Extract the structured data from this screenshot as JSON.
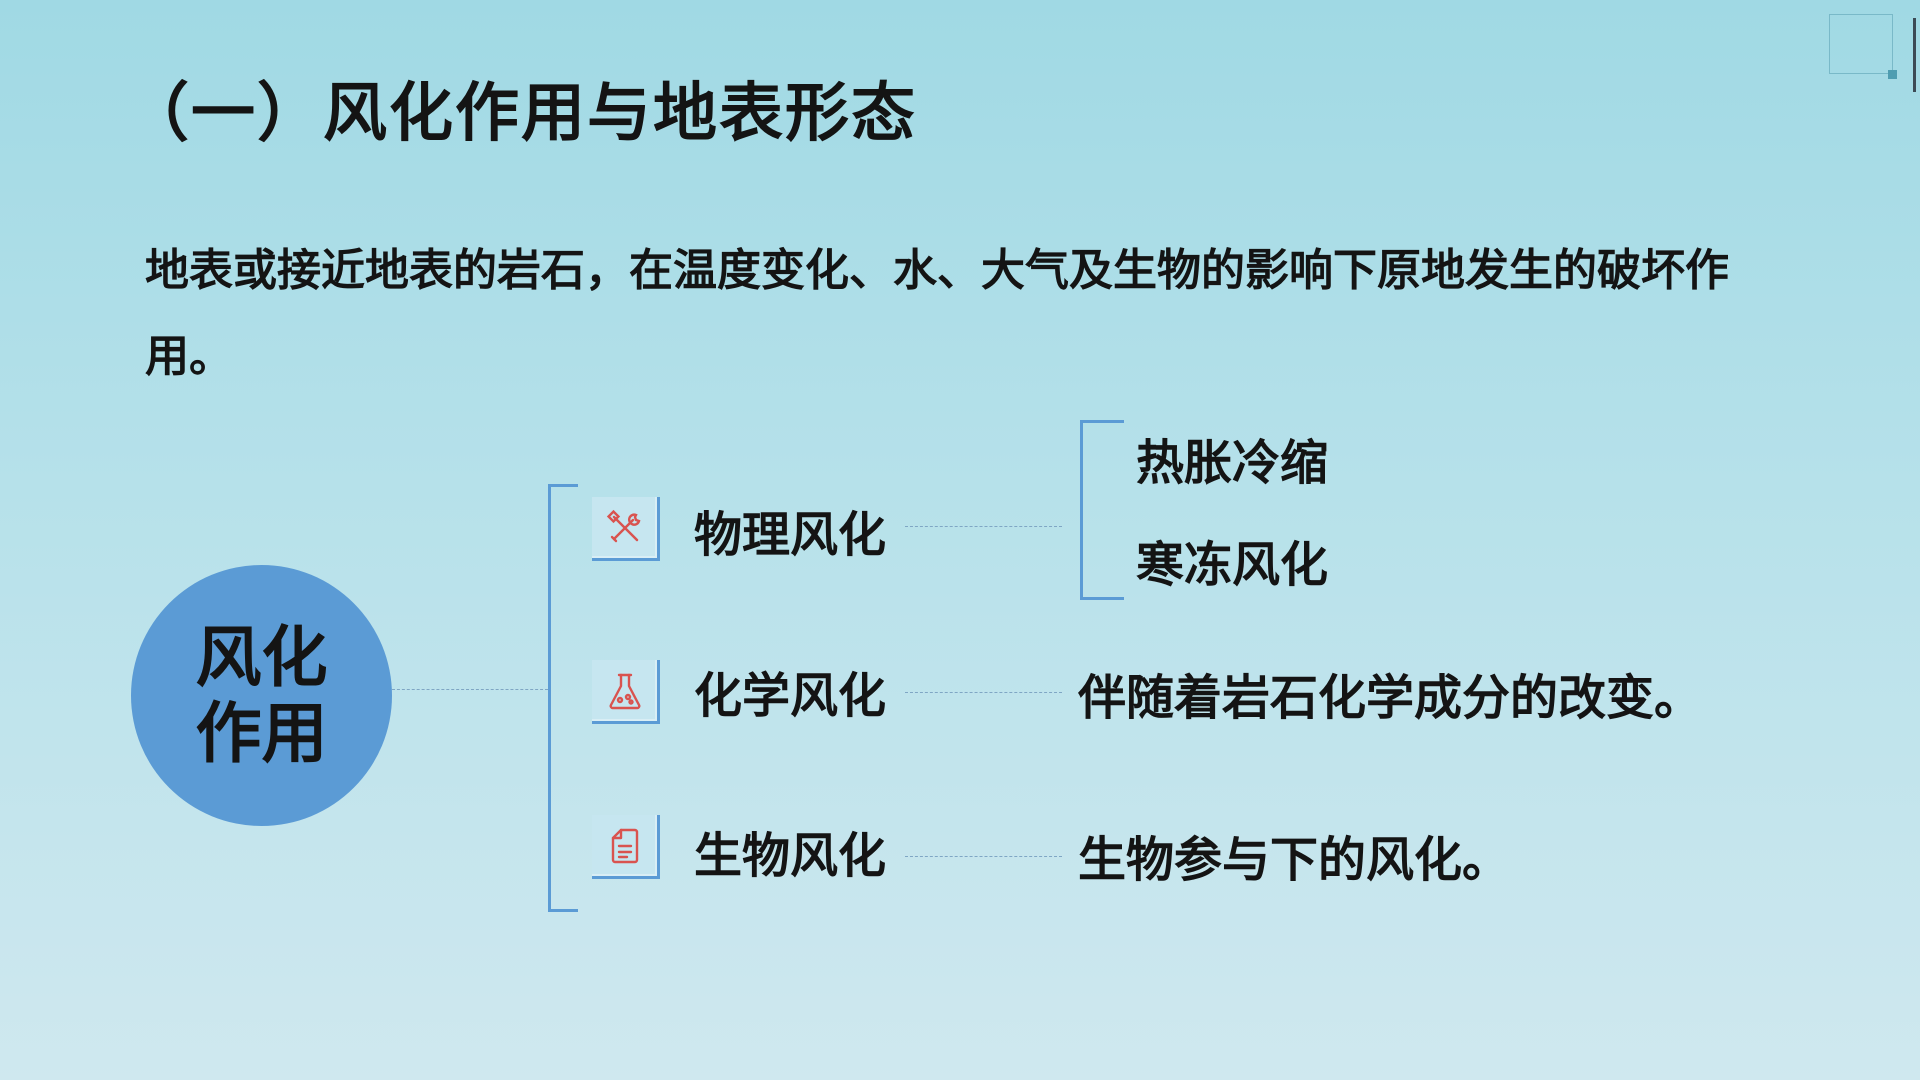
{
  "slide": {
    "title": "（一）风化作用与地表形态",
    "intro": "地表或接近地表的岩石，在温度变化、水、大气及生物的影响下原地发生的破坏作用。"
  },
  "diagram": {
    "hub": {
      "line1": "风化",
      "line2": "作用"
    },
    "branches": [
      {
        "label": "物理风化",
        "icon": "tools-icon",
        "sub": [
          "热胀冷缩",
          "寒冻风化"
        ]
      },
      {
        "label": "化学风化",
        "icon": "flask-icon",
        "detail": "伴随着岩石化学成分的改变。"
      },
      {
        "label": "生物风化",
        "icon": "document-icon",
        "detail": "生物参与下的风化。"
      }
    ]
  },
  "colors": {
    "accent": "#5b9bd5",
    "icon": "#d9534f",
    "text": "#141414"
  }
}
